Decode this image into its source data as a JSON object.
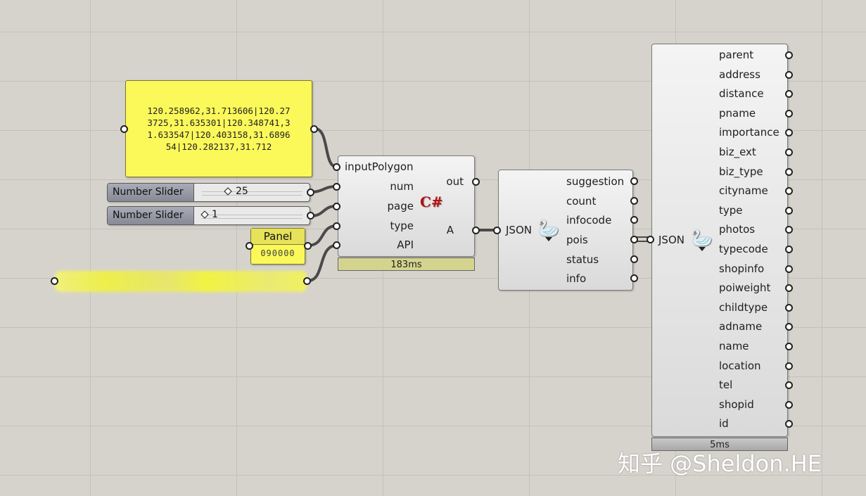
{
  "coords_panel": {
    "text_lines": [
      "120.258962,31.713606|120.27",
      "3725,31.635301|120.348741,3",
      "1.633547|120.403158,31.6896",
      "54|120.282137,31.712"
    ]
  },
  "sliders": [
    {
      "label": "Number Slider",
      "value": "25",
      "position": 0.25
    },
    {
      "label": "Number Slider",
      "value": "1",
      "position": 0.0
    }
  ],
  "small_panel": {
    "title": "Panel",
    "value": "090000"
  },
  "csharp": {
    "inputs": [
      "inputPolygon",
      "num",
      "page",
      "type",
      "API"
    ],
    "outputs": [
      "out",
      "A"
    ],
    "timing": "183ms",
    "icon_text": "C#"
  },
  "json1": {
    "input": "JSON",
    "outputs": [
      "suggestion",
      "count",
      "infocode",
      "pois",
      "status",
      "info"
    ]
  },
  "json2": {
    "input": "JSON",
    "outputs": [
      "parent",
      "address",
      "distance",
      "pname",
      "importance",
      "biz_ext",
      "biz_type",
      "cityname",
      "type",
      "photos",
      "typecode",
      "shopinfo",
      "poiweight",
      "childtype",
      "adname",
      "name",
      "location",
      "tel",
      "shopid",
      "id"
    ],
    "timing": "5ms"
  },
  "watermark": "知乎 @Sheldon.HE",
  "colors": {
    "panel_yellow": "#fbf85a",
    "wire": "#4a4a4a",
    "timer_bar": "#d4d48e"
  }
}
